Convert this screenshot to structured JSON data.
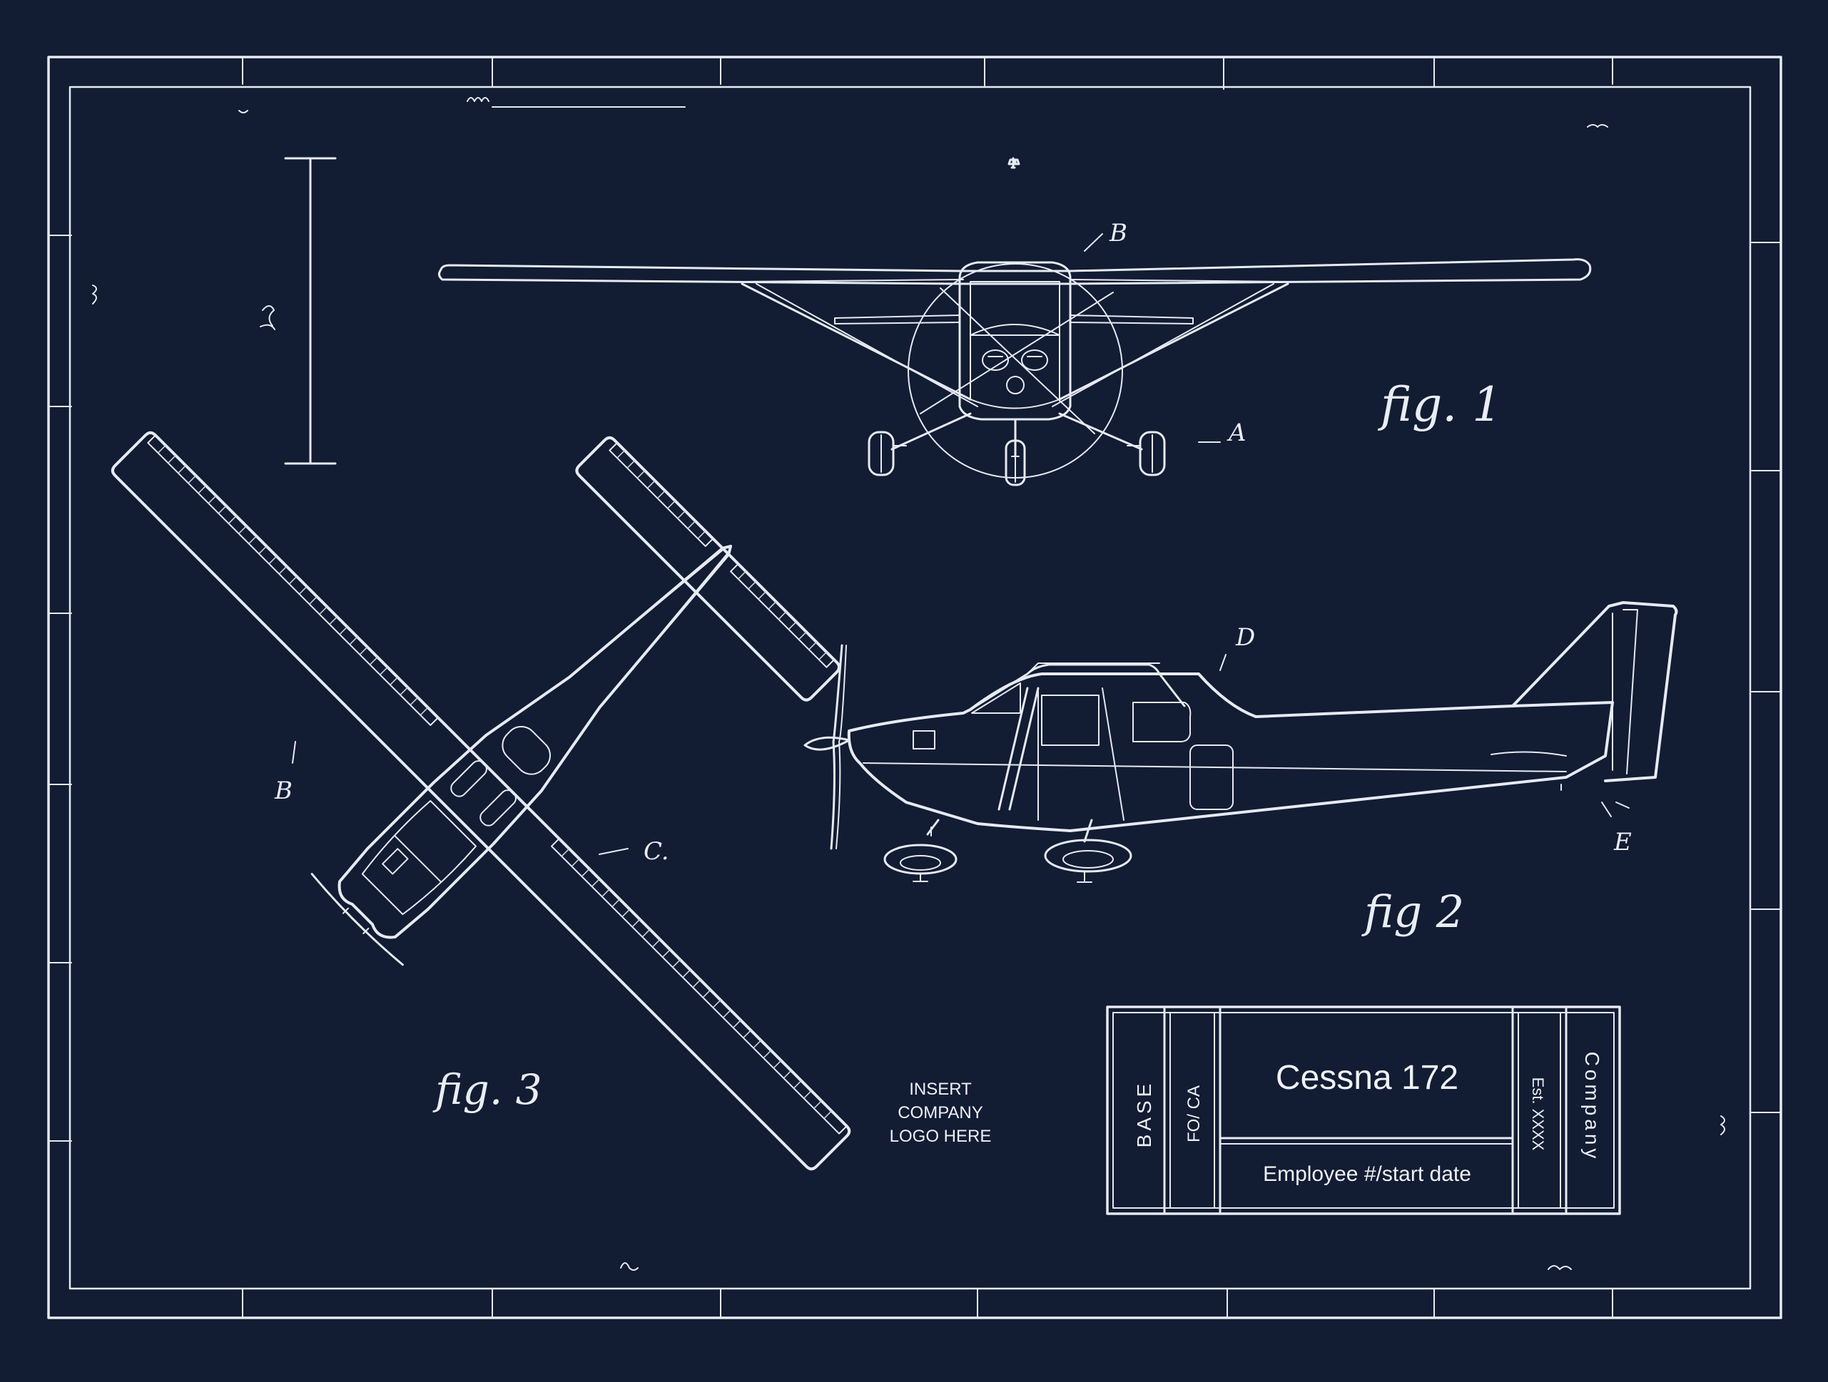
{
  "labels": {
    "fig1": "fig. 1",
    "fig2": "fig 2",
    "fig3": "fig. 3",
    "a": "A",
    "b": "B",
    "b2": "B",
    "c": "C.",
    "d": "D",
    "e": "E"
  },
  "logo_placeholder": [
    "INSERT",
    "COMPANY",
    "LOGO HERE"
  ],
  "title_block": {
    "base": "BASE",
    "fo_ca": "FO/ CA",
    "model": "Cessna 172",
    "employee": "Employee #/start date",
    "est": "Est. XXXX",
    "company": "Company"
  }
}
